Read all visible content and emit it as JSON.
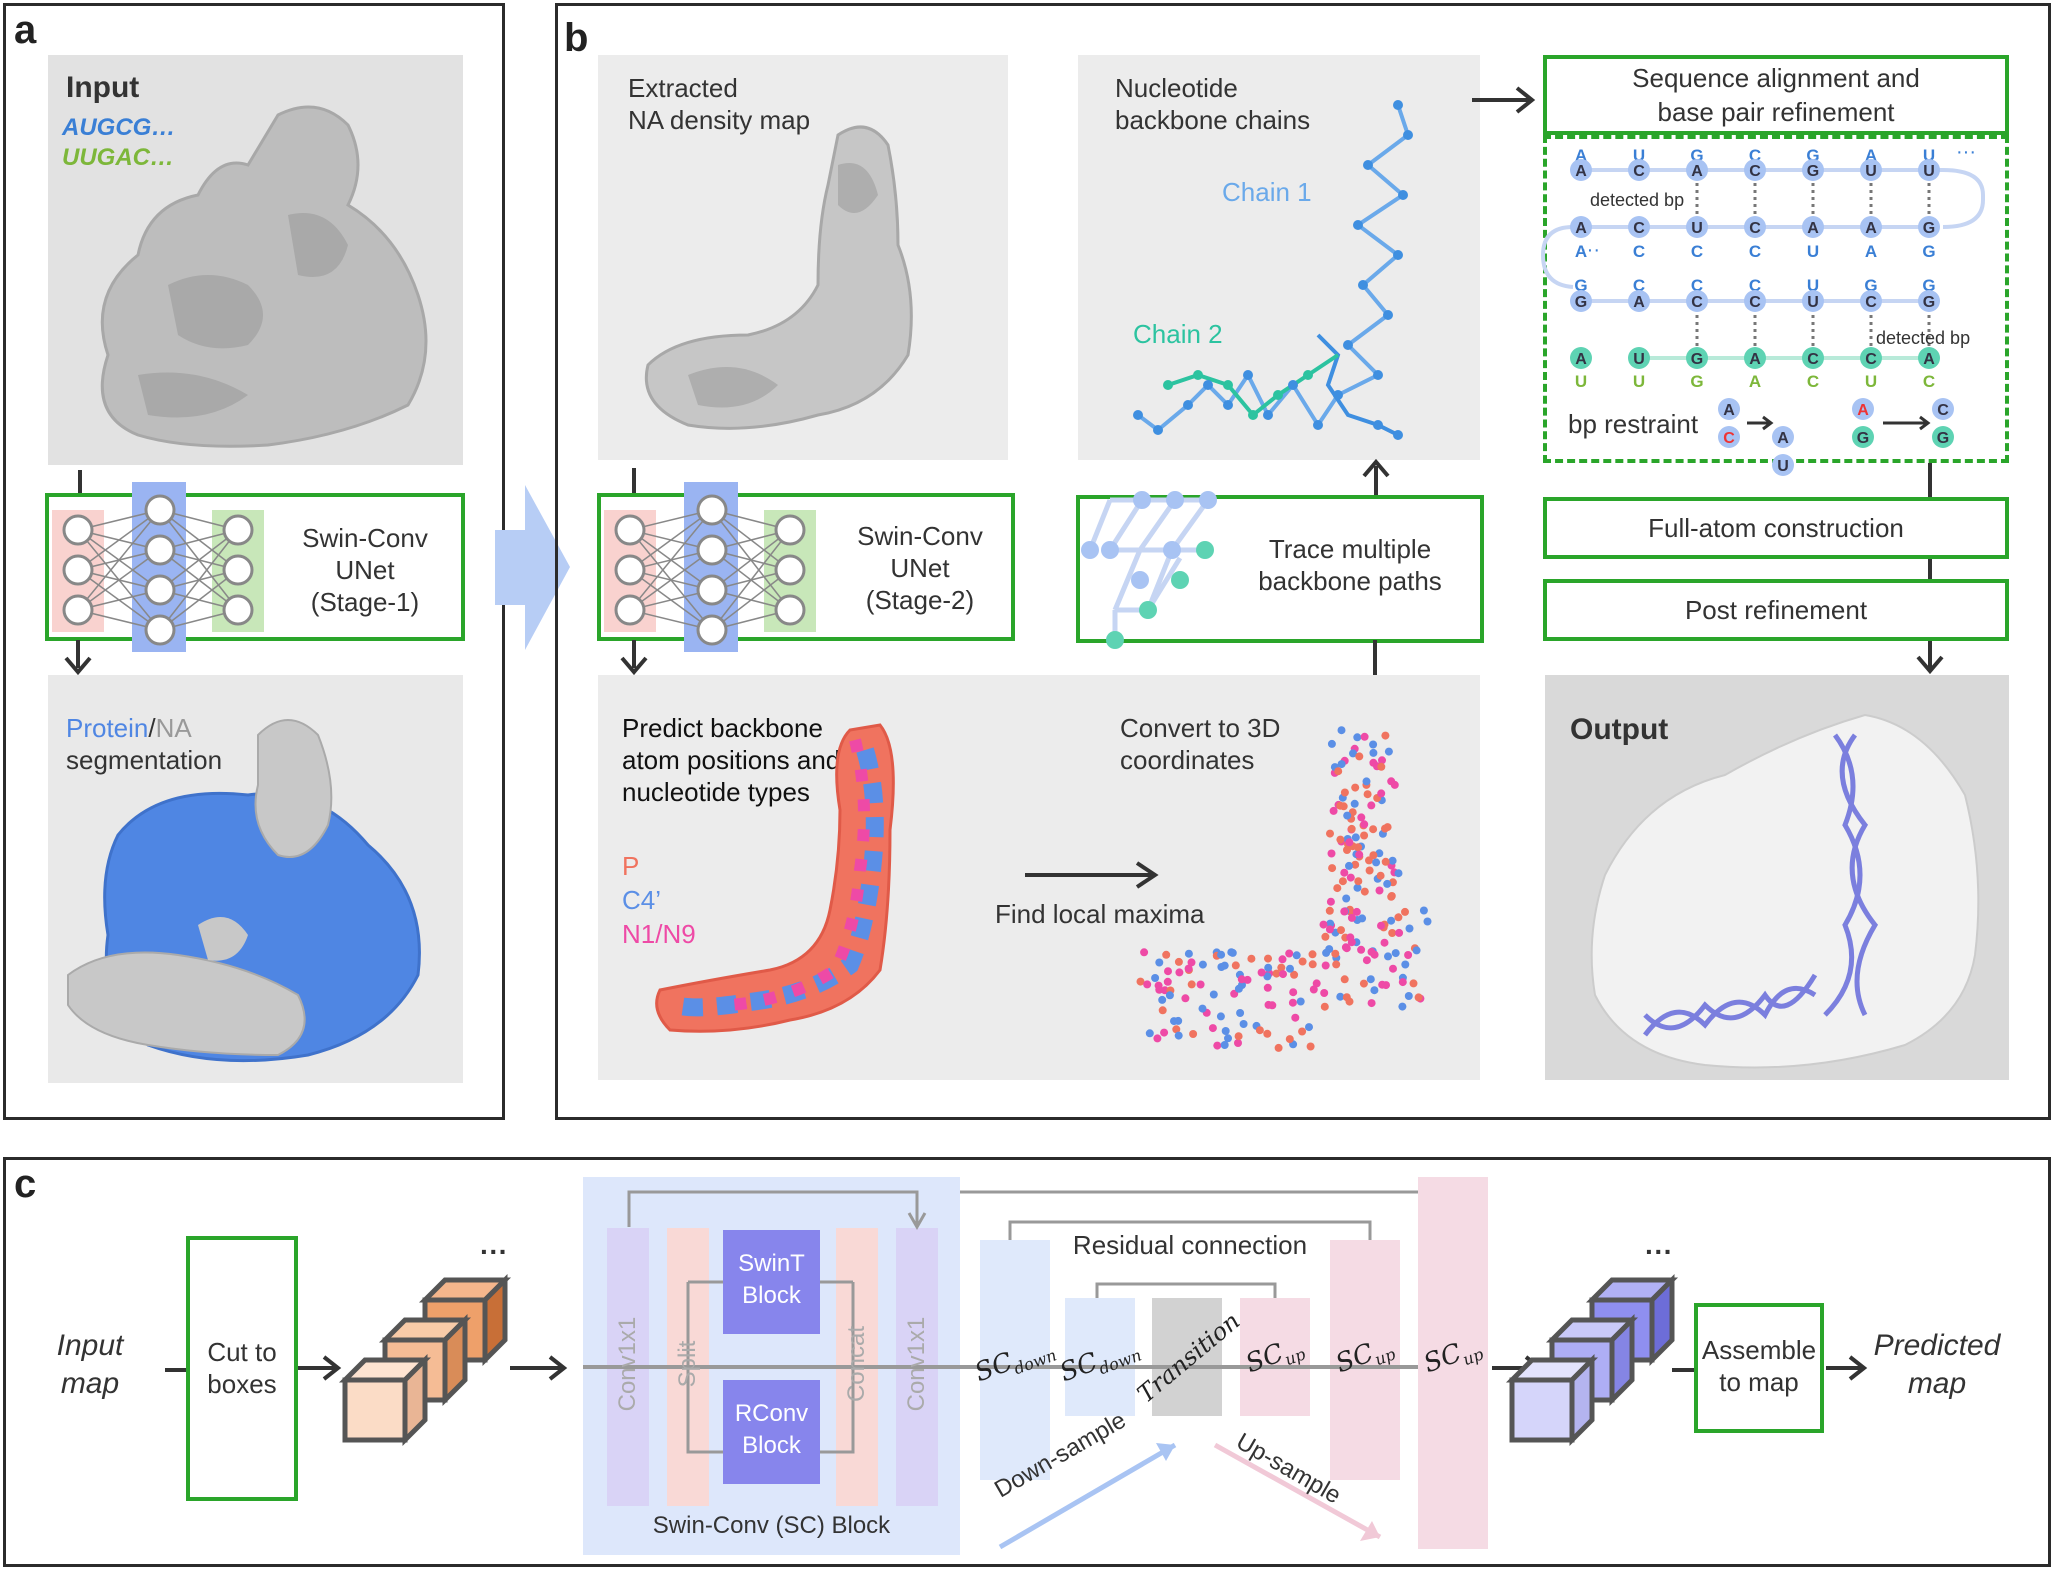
{
  "panel_labels": {
    "a": "a",
    "b": "b",
    "c": "c"
  },
  "panel_a": {
    "input_label": "Input",
    "seq1": "AUGCG…",
    "seq2": "UUGAC…",
    "unet_label_line1": "Swin-Conv",
    "unet_label_line2": "UNet",
    "unet_label_line3": "(Stage-1)",
    "seg_protein": "Protein",
    "seg_slash": "/",
    "seg_na": "NA",
    "seg_segmentation": "segmentation"
  },
  "panel_b": {
    "extracted_line1": "Extracted",
    "extracted_line2": "NA density map",
    "unet2_line1": "Swin-Conv",
    "unet2_line2": "UNet",
    "unet2_line3": "(Stage-2)",
    "predict_line1": "Predict backbone",
    "predict_line2": "atom positions and",
    "predict_line3": "nucleotide types",
    "legend_p": "P",
    "legend_c4": "C4’",
    "legend_n": "N1/N9",
    "find_maxima": "Find local maxima",
    "convert_line1": "Convert to 3D",
    "convert_line2": "coordinates",
    "nucleotide_line1": "Nucleotide",
    "nucleotide_line2": "backbone chains",
    "chain1": "Chain 1",
    "chain2": "Chain 2",
    "trace_line1": "Trace multiple",
    "trace_line2": "backbone paths",
    "seqalign_line1": "Sequence alignment and",
    "seqalign_line2": "base pair refinement",
    "detected_bp_1": "detected bp",
    "detected_bp_2": "detected bp",
    "bp_restraint": "bp restraint",
    "ellipsis": "···",
    "row1_top": [
      "A",
      "U",
      "G",
      "C",
      "G",
      "A",
      "U"
    ],
    "row1_nodes": [
      "A",
      "C",
      "A",
      "C",
      "G",
      "U",
      "U"
    ],
    "row2_nodes": [
      "A",
      "C",
      "U",
      "C",
      "A",
      "A",
      "G"
    ],
    "row2_bottom": [
      "A",
      "C",
      "C",
      "C",
      "U",
      "A",
      "G"
    ],
    "row3_top": [
      "G",
      "C",
      "C",
      "C",
      "U",
      "G",
      "G"
    ],
    "row3_nodes": [
      "G",
      "A",
      "C",
      "C",
      "U",
      "C",
      "G"
    ],
    "row4_nodes": [
      "A",
      "U",
      "G",
      "A",
      "C",
      "C",
      "A"
    ],
    "row4_bottom": [
      "U",
      "U",
      "G",
      "A",
      "C",
      "U",
      "C"
    ],
    "full_atom": "Full-atom construction",
    "post_refinement": "Post refinement",
    "output_label": "Output"
  },
  "panel_c": {
    "input_map_line1": "Input",
    "input_map_line2": "map",
    "cut_line1": "Cut to",
    "cut_line2": "boxes",
    "dots": "···",
    "conv1": "Conv1x1",
    "split": "Split",
    "swint_line1": "SwinT",
    "swint_line2": "Block",
    "rconv_line1": "RConv",
    "rconv_line2": "Block",
    "concat": "Concat",
    "conv2": "Conv1x1",
    "sc_block": "Swin-Conv (SC) Block",
    "residual": "Residual connection",
    "sc_down_1": "SC",
    "sc_down_1_sub": "down",
    "sc_down_2": "SC",
    "sc_down_2_sub": "down",
    "transition": "Transition",
    "sc_up_1": "SC",
    "sc_up_1_sub": "up",
    "sc_up_2": "SC",
    "sc_up_2_sub": "up",
    "sc_up_3": "SC",
    "sc_up_3_sub": "up",
    "down_sample": "Down-sample",
    "up_sample": "Up-sample",
    "assemble_line1": "Assemble",
    "assemble_line2": "to map",
    "predicted_line1": "Predicted",
    "predicted_line2": "map"
  },
  "colors": {
    "green_box": "#2aa52a",
    "blue_text": "#3a7fd5",
    "gray_text": "#999999",
    "na_gray": "#c8c8c8",
    "protein_blue": "#4f86e3",
    "chain1": "#6aa9ea",
    "chain2": "#2cc3a0",
    "p_color": "#f0735f",
    "c4_color": "#5b8fe6",
    "n_color": "#ee4aa6",
    "orange_cube": "#eea06a",
    "purple_cube": "#8f8ff0"
  }
}
